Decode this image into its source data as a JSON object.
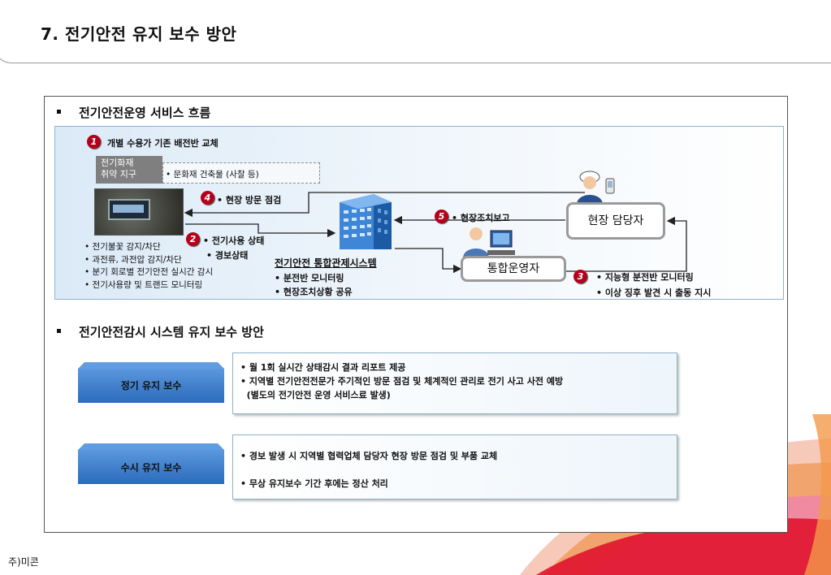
{
  "title": "7. 전기안전 유지 보수 방안",
  "section1": {
    "heading": "전기안전운영 서비스 흐름",
    "step1": {
      "num": "1",
      "label": "개별 수용가 기존 배전반 교체"
    },
    "zone": {
      "label_line1": "전기화재",
      "label_line2": "취약 지구",
      "desc": "• 문화재 건축물 (사찰 등)"
    },
    "step4": {
      "num": "4",
      "label": "• 현장 방문 점검"
    },
    "step2": {
      "num": "2",
      "label": "• 전기사용 상태",
      "label2": "• 경보상태"
    },
    "step5": {
      "num": "5",
      "label": "• 현장조치보고"
    },
    "step3": {
      "num": "3",
      "items": [
        "• 지능형 분전반 모니터링",
        "• 이상 징후 발견 시 출동 지시"
      ]
    },
    "field_staff": "현장 담당자",
    "operator": "통합운영자",
    "system": {
      "title": "전기안전 통합관제시스템",
      "items": [
        "• 분전반 모니터링",
        "• 현장조치상황 공유"
      ]
    },
    "features": [
      "• 전기불꽃 감지/차단",
      "• 과전류, 과전압 감지/차단",
      "• 분기 회로별 전기안전 실시간 감시",
      "• 전기사용량 및 트랜드 모니터링"
    ]
  },
  "section2": {
    "heading": "전기안전감시 시스템 유지 보수 방안",
    "rows": [
      {
        "label": "정기 유지 보수",
        "lines": [
          "• 월 1회 실시간 상태감시 결과 리포트 제공",
          "• 지역별 전기안전전문가 주기적인 방문 점검 및 체계적인 관리로 전기 사고 사전 예방",
          "  (별도의 전기안전 운영 서비스료 발생)"
        ]
      },
      {
        "label": "수시 유지 보수",
        "lines": [
          "• 경보 발생 시 지역별 협력업체 담당자 현장 방문 점검 및 부품 교체",
          "• 무상 유지보수 기간 후에는 정산 처리"
        ]
      }
    ]
  },
  "footer": {
    "company": "주)미콘"
  },
  "colors": {
    "badge": "#b3001b",
    "tab": "#2e72c4",
    "panel": "#dbeaf7",
    "swoosh_red": "#e0142e",
    "swoosh_orange": "#f39a4a"
  }
}
